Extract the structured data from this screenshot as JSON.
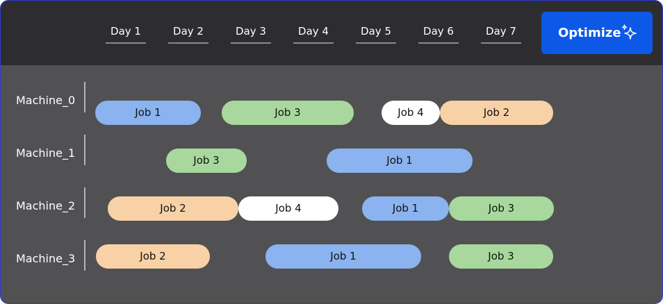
{
  "header": {
    "days": [
      "Day 1",
      "Day 2",
      "Day 3",
      "Day 4",
      "Day 5",
      "Day 6",
      "Day 7"
    ],
    "optimize_label": "Optimize",
    "optimize_icon": "sparkle-icon"
  },
  "colors": {
    "accent": "#0d58e6",
    "job_1": "#8ab3ef",
    "job_2": "#f8d1a7",
    "job_3": "#a8d89d",
    "job_4": "#ffffff"
  },
  "machines": [
    {
      "label": "Machine_0",
      "jobs": [
        {
          "label": "Job 1"
        },
        {
          "label": "Job 3"
        },
        {
          "label": "Job 4"
        },
        {
          "label": "Job 2"
        }
      ]
    },
    {
      "label": "Machine_1",
      "jobs": [
        {
          "label": "Job 3"
        },
        {
          "label": "Job 1"
        }
      ]
    },
    {
      "label": "Machine_2",
      "jobs": [
        {
          "label": "Job 2"
        },
        {
          "label": "Job 4"
        },
        {
          "label": "Job 1"
        },
        {
          "label": "Job 3"
        }
      ]
    },
    {
      "label": "Machine_3",
      "jobs": [
        {
          "label": "Job 2"
        },
        {
          "label": "Job 1"
        },
        {
          "label": "Job 3"
        }
      ]
    }
  ]
}
